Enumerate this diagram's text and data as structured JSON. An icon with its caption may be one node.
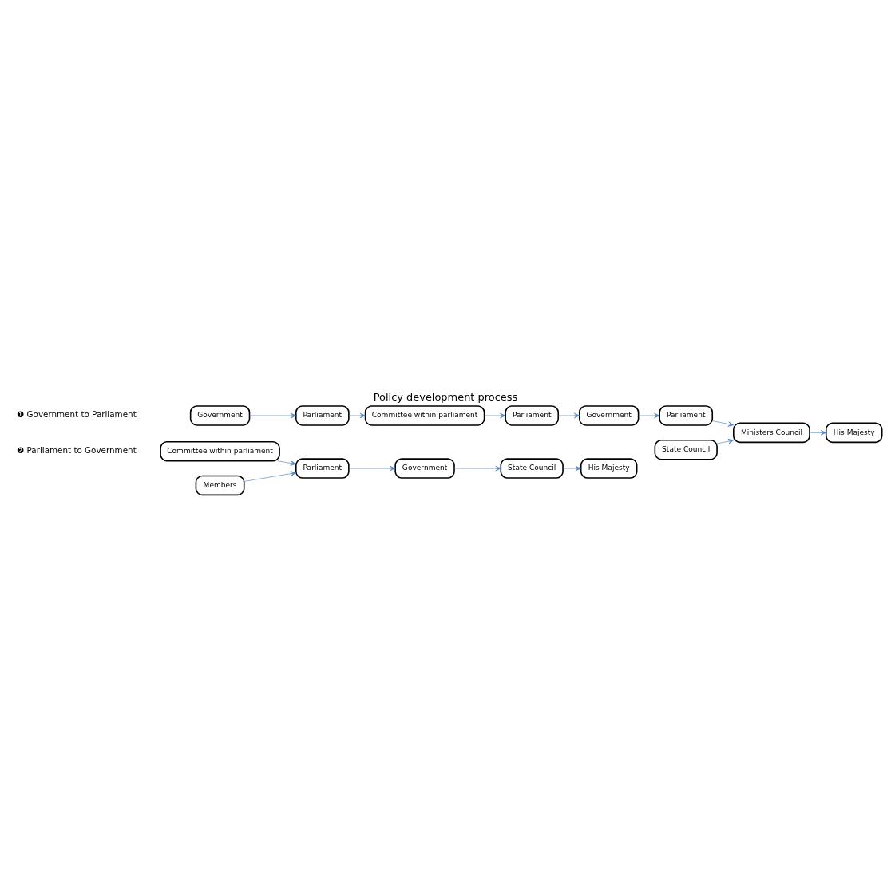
{
  "diagram": {
    "title": "Policy development process",
    "nodes": [
      {
        "text": [
          "Government"
        ]
      },
      {
        "text": [
          "Parliament"
        ]
      },
      {
        "text": [
          "Committee within parliament"
        ]
      },
      {
        "text": [
          "Parliament"
        ]
      },
      {
        "text": [
          "Government"
        ]
      },
      {
        "text": [
          "Parliament"
        ]
      },
      {
        "text": [
          "State Council"
        ]
      },
      {
        "text": [
          "Ministers Council"
        ]
      },
      {
        "text": [
          "His Majesty"
        ]
      },
      {
        "text": [
          "Committee within parliament"
        ]
      },
      {
        "text": [
          "Members"
        ]
      },
      {
        "text": [
          "Parliament"
        ]
      },
      {
        "text": [
          "Government"
        ]
      },
      {
        "text": [
          "State Council"
        ]
      },
      {
        "text": [
          "His Majesty"
        ]
      }
    ],
    "edges": [
      {
        "from": 0,
        "to": 1,
        "arrow": "to"
      },
      {
        "from": 1,
        "to": 2,
        "arrow": "to"
      },
      {
        "from": 2,
        "to": 3,
        "arrow": "to"
      },
      {
        "from": 3,
        "to": 4,
        "arrow": "to"
      },
      {
        "from": 4,
        "to": 5,
        "arrow": "to"
      },
      {
        "from": 5,
        "to": 7,
        "arrow": "to"
      },
      {
        "from": 6,
        "to": 7,
        "arrow": "to"
      },
      {
        "from": 7,
        "to": 8,
        "arrow": "to"
      },
      {
        "from": 9,
        "to": 11,
        "arrow": "to"
      },
      {
        "from": 10,
        "to": 11,
        "arrow": "to"
      },
      {
        "from": 11,
        "to": 12,
        "arrow": "to"
      },
      {
        "from": 12,
        "to": 13,
        "arrow": "to"
      },
      {
        "from": 13,
        "to": 14,
        "arrow": "to"
      }
    ],
    "labels": [
      "❶ Government to Parliament",
      "❷ Parliament to Government"
    ]
  }
}
